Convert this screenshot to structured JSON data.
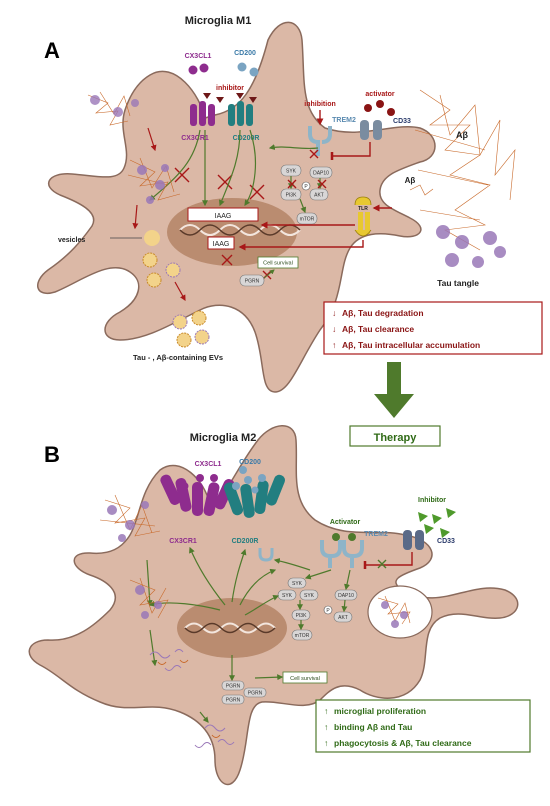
{
  "panel_a": {
    "letter": "A",
    "title": "Microglia M1",
    "ligands": {
      "cx3cl1": "CX3CL1",
      "cd200": "CD200"
    },
    "receptors": {
      "cx3cr1": "CX3CR1",
      "cd200r": "CD200R",
      "trem2": "TREM2",
      "cd33": "CD33",
      "tlr": "TLR"
    },
    "inhibitor_label": "inhibitor",
    "inhibition_label": "inhibition",
    "activator_label": "activator",
    "signaling": {
      "syk": "SYK",
      "dap10": "DAP10",
      "pi3k": "PI3K",
      "akt": "AKT",
      "mtor": "mTOR",
      "p": "P"
    },
    "nucleus_boxes": [
      "IAAG",
      "IAAG"
    ],
    "vesicles_label": "vesicles",
    "pgrn": "PGRN",
    "cell_survival": "Cell survival",
    "abeta_right": "Aβ",
    "abeta_small": "Aβ",
    "tau_tangle": "Tau tangle",
    "evs_label": "Tau - , Aβ-containing EVs",
    "effects": [
      "Aβ, Tau degradation",
      "Aβ, Tau clearance",
      "Aβ, Tau intracellular accumulation"
    ],
    "effect_arrows": [
      "↓",
      "↓",
      "↑"
    ]
  },
  "therapy_label": "Therapy",
  "panel_b": {
    "letter": "B",
    "title": "Microglia M2",
    "ligands": {
      "cx3cl1": "CX3CL1",
      "cd200": "CD200"
    },
    "receptors": {
      "cx3cr1": "CX3CR1",
      "cd200r": "CD200R",
      "trem2": "TREM2",
      "cd33": "CD33"
    },
    "activator_label": "Activator",
    "inhibitor_label": "Inhibitor",
    "signaling": {
      "syk1": "SYK",
      "syk2": "SYK",
      "syk3": "SYK",
      "dap10": "DAP10",
      "pi3k": "PI3K",
      "akt": "AKT",
      "mtor": "mTOR",
      "p": "P"
    },
    "pgrn": [
      "PGRN",
      "PGRN",
      "PGRN"
    ],
    "cell_survival": "Cell survival",
    "effects": [
      "microglial proliferation",
      "binding Aβ and Tau",
      "phagocytosis & Aβ, Tau clearance"
    ],
    "effect_arrows": [
      "↑",
      "↑",
      "↑"
    ]
  },
  "colors": {
    "cell": "#dbb8a6",
    "cell_stroke": "#8a6a5c",
    "nucleus": "#b48466",
    "arrow_green": "#4f7a2c",
    "inhibit_red": "#b01818",
    "purple": "#8e2c8e",
    "teal": "#227e80",
    "light_blue": "#7aa4c2",
    "tangle": "#c8692a",
    "plaque": "#9a78b8"
  }
}
